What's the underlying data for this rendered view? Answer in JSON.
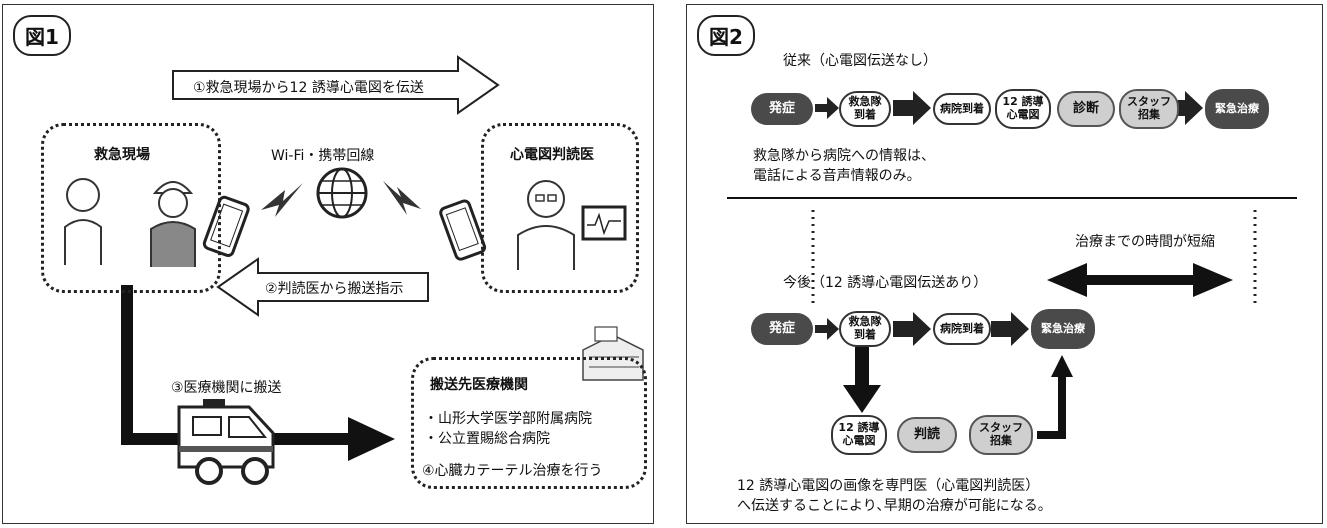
{
  "fig1": {
    "label": "図1",
    "arrow1_text": "①救急現場から12 誘導心電図を伝送",
    "arrow2_text": "②判読医から搬送指示",
    "wifi_text": "Wi-Fi・携帯回線",
    "scene_title": "救急現場",
    "doctor_title": "心電図判読医",
    "transport_text": "③医療機関に搬送",
    "hospital_title": "搬送先医療機関",
    "hospital_items": [
      "・山形大学医学部附属病院",
      "・公立置賜総合病院"
    ],
    "treatment_text": "④心臓カテーテル治療を行う"
  },
  "fig2": {
    "label": "図2",
    "before_title": "従来（心電図伝送なし）",
    "before_steps": [
      "発症",
      "救急隊\n到着",
      "病院到着",
      "12 誘導\n心電図",
      "診断",
      "スタッフ\n招集",
      "緊急治療"
    ],
    "before_note_1": "救急隊から病院への情報は、",
    "before_note_2": "電話による音声情報のみ。",
    "shortened_label": "治療までの時間が短縮",
    "after_title": "今後（12 誘導心電図伝送あり）",
    "after_top_steps": [
      "発症",
      "救急隊\n到着",
      "病院到着",
      "緊急治療"
    ],
    "after_bottom_steps": [
      "12 誘導\n心電図",
      "判読",
      "スタッフ\n招集"
    ],
    "after_note_1": "12 誘導心電図の画像を専門医（心電図判読医）",
    "after_note_2": "へ伝送することにより､早期の治療が可能になる。"
  }
}
